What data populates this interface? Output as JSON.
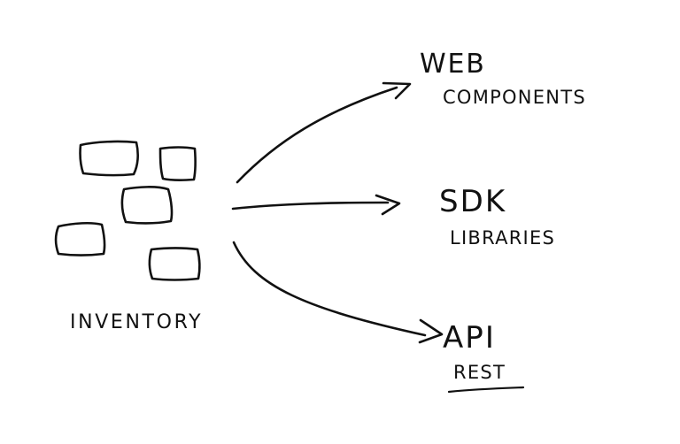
{
  "inventory": {
    "label": "INVENTORY"
  },
  "targets": {
    "web": {
      "title": "WEB",
      "subtitle": "COMPONENTS"
    },
    "sdk": {
      "title": "SDK",
      "subtitle": "LIBRARIES"
    },
    "api": {
      "title": "API",
      "subtitle": "REST"
    }
  },
  "colors": {
    "ink": "#111111",
    "background": "#ffffff"
  }
}
